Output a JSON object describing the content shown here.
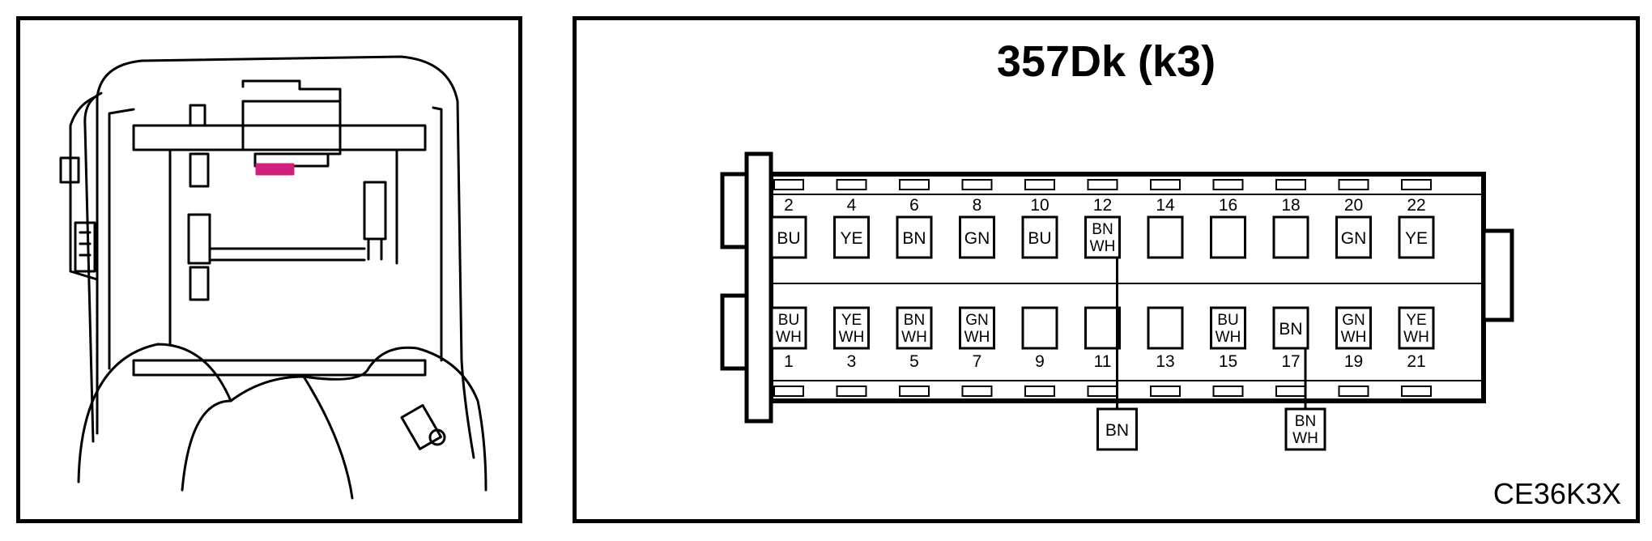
{
  "title": "357Dk (k3)",
  "figure_code": "CE36K3X",
  "colors": {
    "line": "#000000",
    "background": "#ffffff",
    "highlight": "#d0207a"
  },
  "connector": {
    "top_row": [
      {
        "pin": "2",
        "wire": [
          "BU"
        ]
      },
      {
        "pin": "4",
        "wire": [
          "YE"
        ]
      },
      {
        "pin": "6",
        "wire": [
          "BN"
        ]
      },
      {
        "pin": "8",
        "wire": [
          "GN"
        ]
      },
      {
        "pin": "10",
        "wire": [
          "BU"
        ]
      },
      {
        "pin": "12",
        "wire": [
          "BN",
          "WH"
        ]
      },
      {
        "pin": "14",
        "wire": []
      },
      {
        "pin": "16",
        "wire": []
      },
      {
        "pin": "18",
        "wire": []
      },
      {
        "pin": "20",
        "wire": [
          "GN"
        ]
      },
      {
        "pin": "22",
        "wire": [
          "YE"
        ]
      }
    ],
    "bottom_row": [
      {
        "pin": "1",
        "wire": [
          "BU",
          "WH"
        ]
      },
      {
        "pin": "3",
        "wire": [
          "YE",
          "WH"
        ]
      },
      {
        "pin": "5",
        "wire": [
          "BN",
          "WH"
        ]
      },
      {
        "pin": "7",
        "wire": [
          "GN",
          "WH"
        ]
      },
      {
        "pin": "9",
        "wire": []
      },
      {
        "pin": "11",
        "wire": []
      },
      {
        "pin": "13",
        "wire": []
      },
      {
        "pin": "15",
        "wire": [
          "BU",
          "WH"
        ]
      },
      {
        "pin": "17",
        "wire": [
          "BN"
        ]
      },
      {
        "pin": "19",
        "wire": [
          "GN",
          "WH"
        ]
      },
      {
        "pin": "21",
        "wire": [
          "YE",
          "WH"
        ]
      }
    ],
    "splices": [
      {
        "from_pin": "12",
        "wire": [
          "BN"
        ]
      },
      {
        "from_pin": "17",
        "wire": [
          "BN",
          "WH"
        ]
      }
    ]
  }
}
